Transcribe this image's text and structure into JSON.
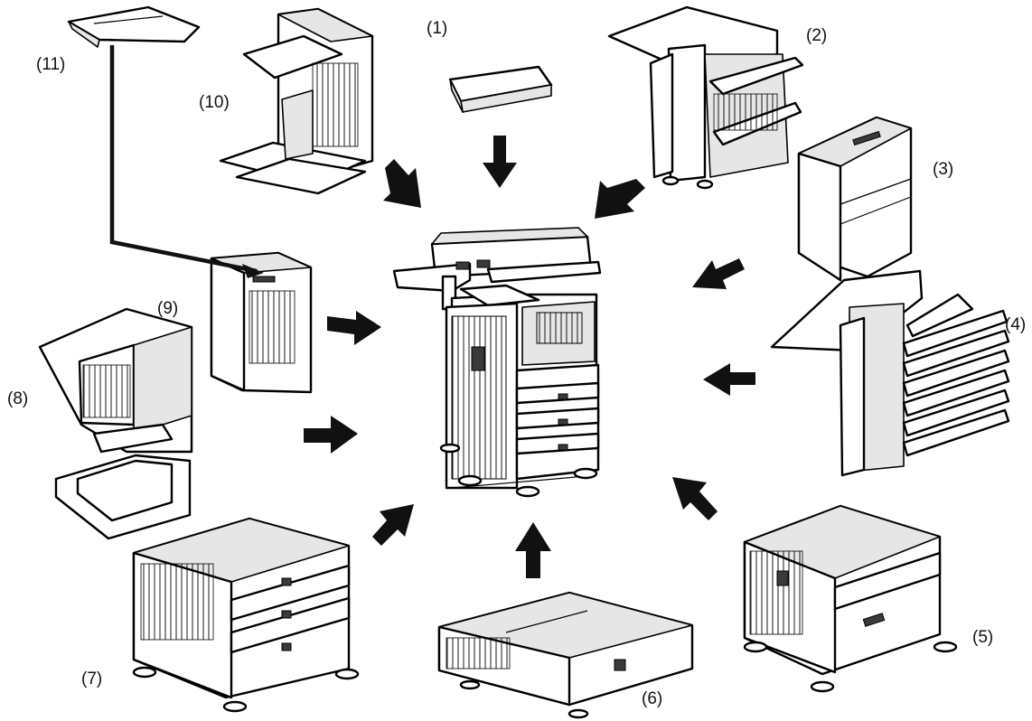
{
  "callouts": {
    "c1": "(1)",
    "c2": "(2)",
    "c3": "(3)",
    "c4": "(4)",
    "c5": "(5)",
    "c6": "(6)",
    "c7": "(7)",
    "c8": "(8)",
    "c9": "(9)",
    "c10": "(10)",
    "c11": "(11)"
  },
  "colors": {
    "line": "#000000",
    "arrow": "#111111",
    "panel_shade": "#e6e6e6",
    "background": "#ffffff"
  }
}
